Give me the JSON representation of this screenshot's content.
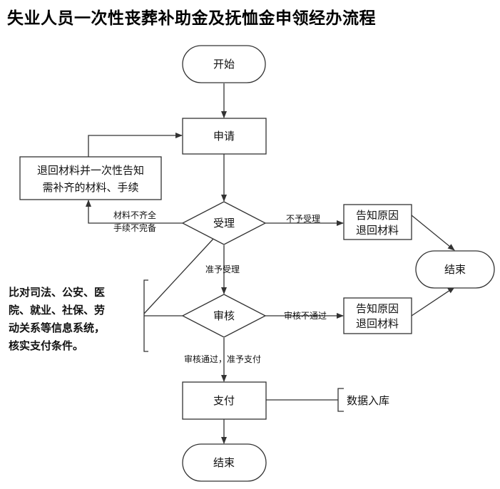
{
  "title": "失业人员一次性丧葬补助金及抚恤金申领经办流程",
  "nodes": {
    "start": "开始",
    "apply": "申请",
    "return_materials": [
      "退回材料并一次性告知",
      "需补齐的材料、手续"
    ],
    "accept": "受理",
    "notify_reject_1": [
      "告知原因",
      "退回材料"
    ],
    "end_right": "结束",
    "review": "审核",
    "notify_reject_2": [
      "告知原因",
      "退回材料"
    ],
    "pay": "支付",
    "end_bottom": "结束"
  },
  "edges": {
    "incomplete": [
      "材料不齐全",
      "手续不完备"
    ],
    "not_accepted": "不予受理",
    "accepted": "准予受理",
    "review_failed": "审核不通过",
    "review_passed": "审核通过，准予支付"
  },
  "annotations": {
    "check_systems": [
      "比对司法、公安、医",
      "院、就业、社保、劳",
      "动关系等信息系统，",
      "核实支付条件。"
    ],
    "data_storage": "数据入库"
  }
}
